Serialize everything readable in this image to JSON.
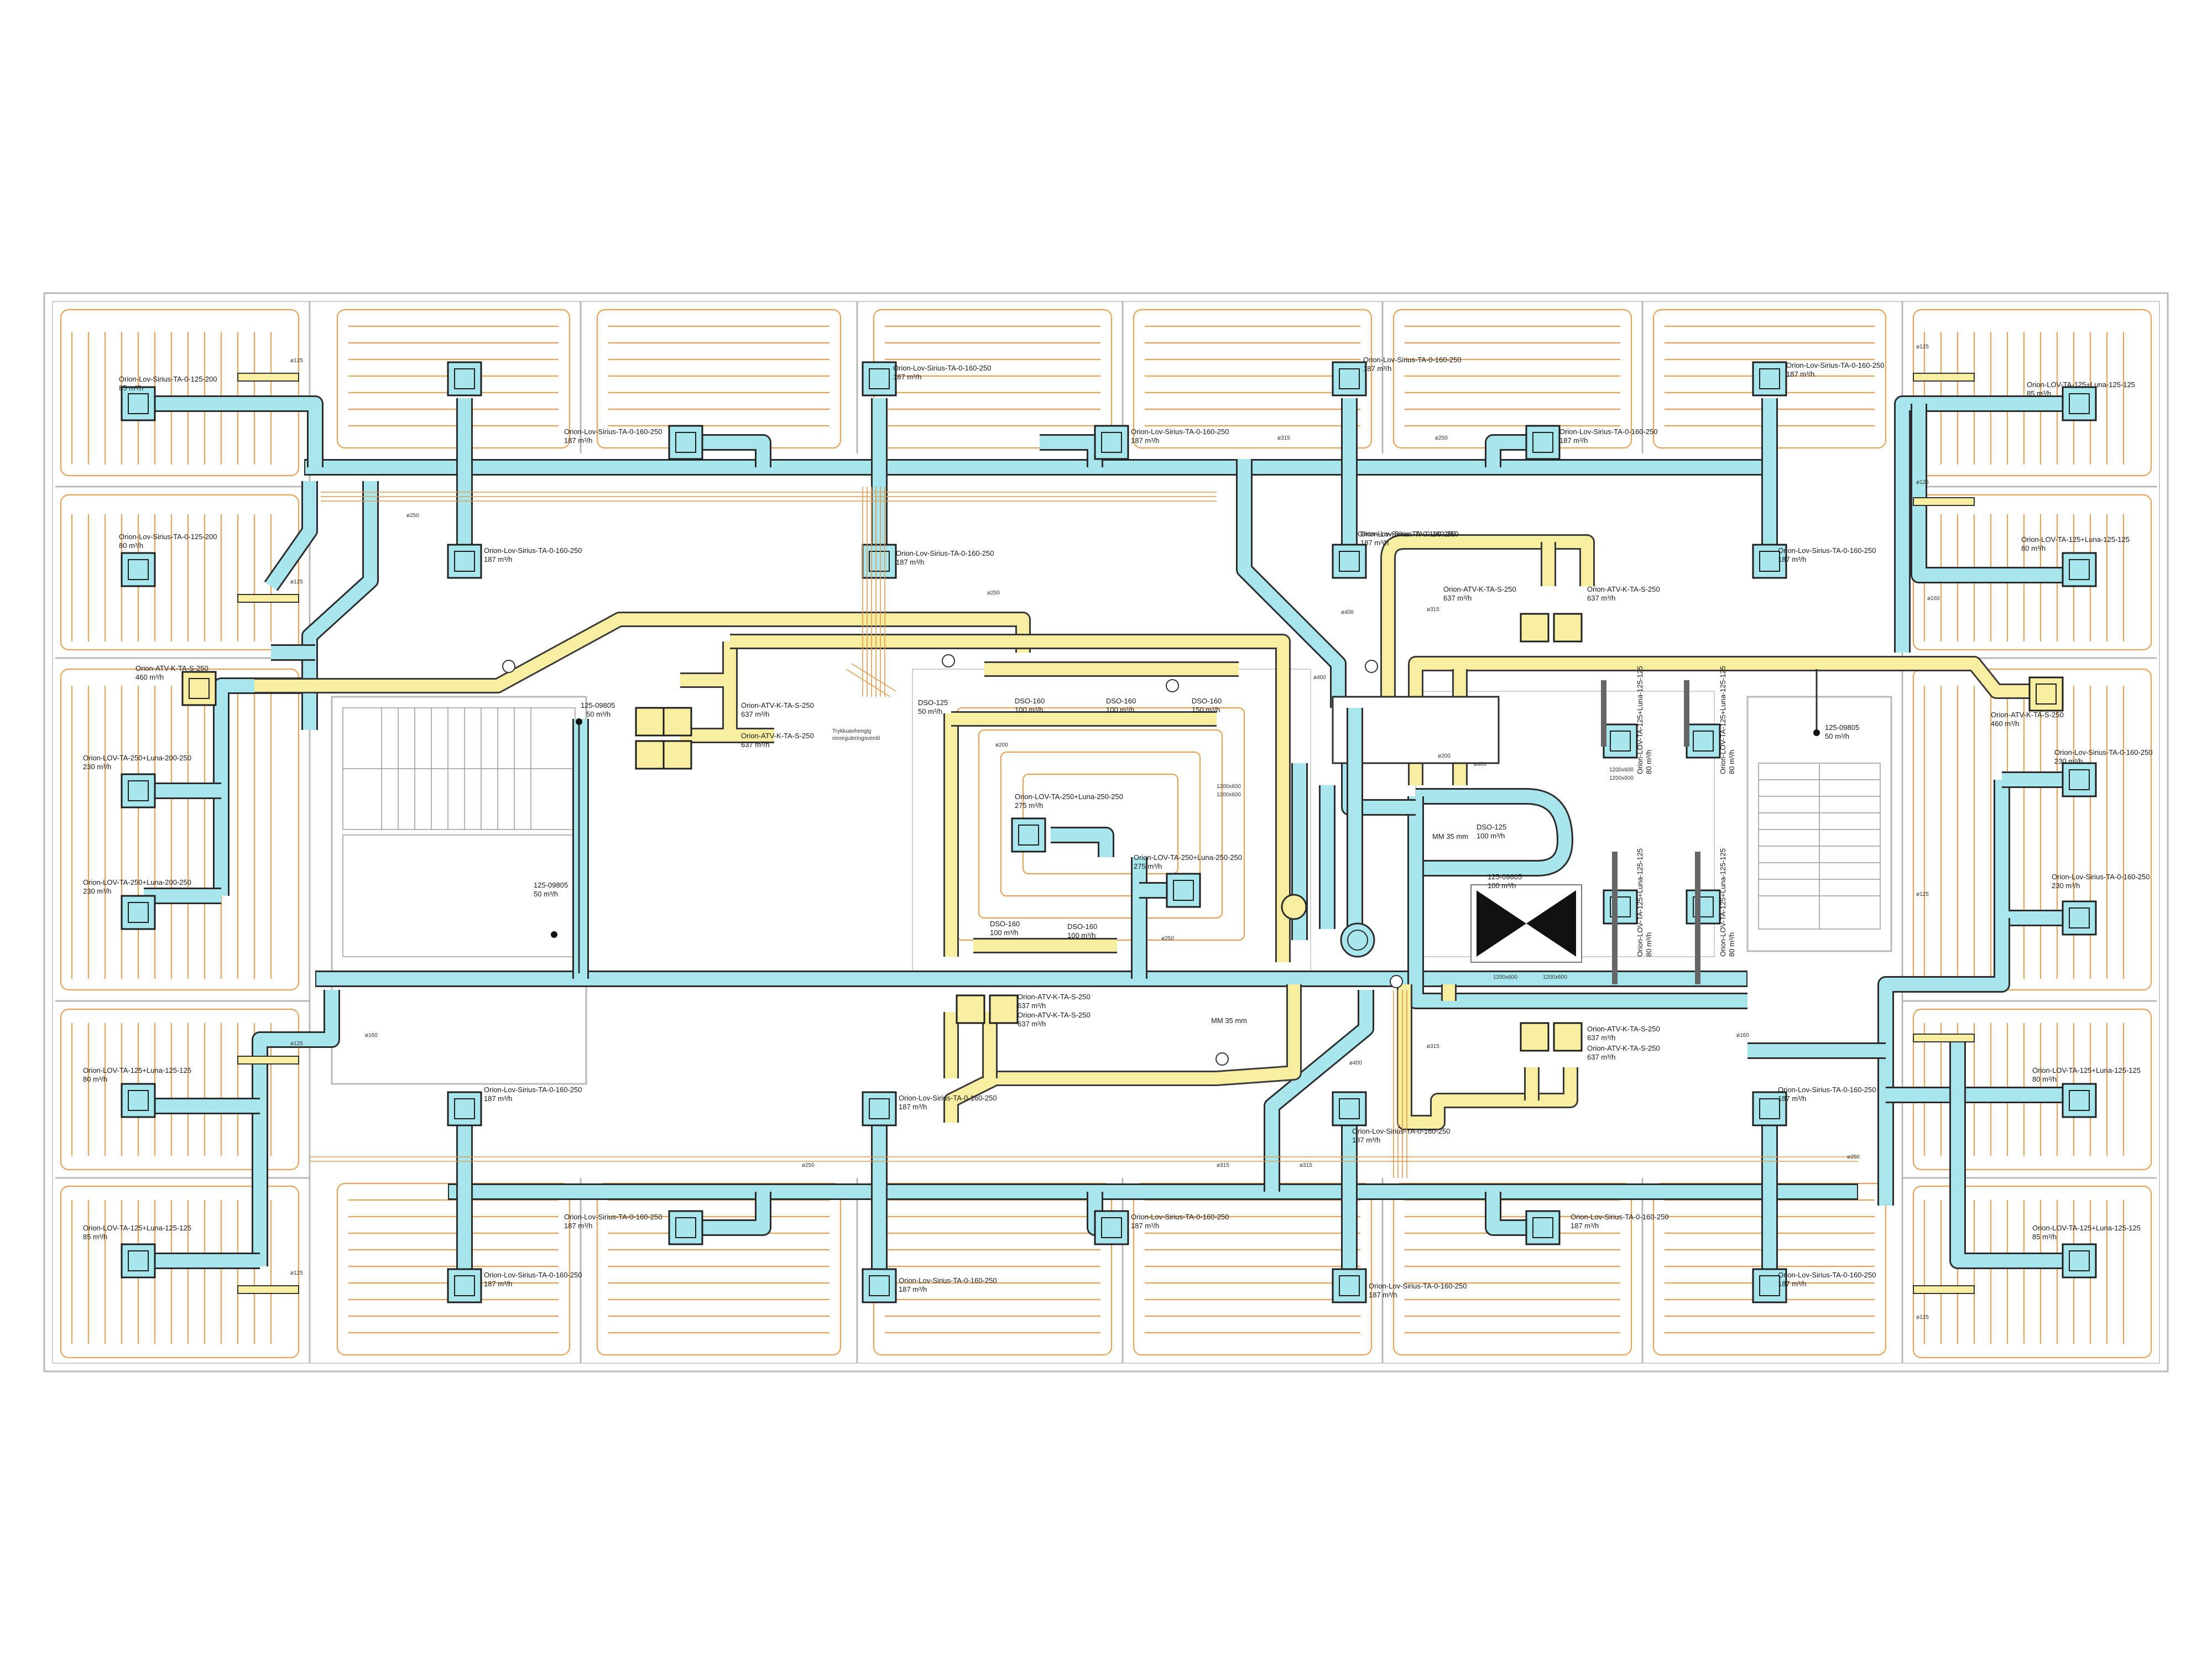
{
  "labels": {
    "sirius_160_250": "Orion-Lov-Sirius-TA-0-160-250",
    "sirius_125_200": "Orion-Lov-Sirius-TA-0-125-200",
    "atv_k_ta_s_250": "Orion-ATV-K-TA-S-250",
    "lov_250_luna_200": "Orion-LOV-TA-250+Luna-200-250",
    "lov_125_luna_125": "Orion-LOV-TA-125+Luna-125-125",
    "lov_250_luna_250": "Orion-LOV-TA-250+Luna-250-250",
    "dso_160": "DSO-160",
    "dso_125": "DSO-125",
    "valve_09805": "125-09805",
    "trykk": "Trykkuavhengig",
    "innregulering": "innreguleringsventil",
    "mm35": "MM 35 mm"
  },
  "flows": {
    "f187": "187 m³/h",
    "f85": "85 m³/h",
    "f80": "80 m³/h",
    "f460": "460 m³/h",
    "f230": "230 m³/h",
    "f637": "637 m³/h",
    "f50": "50 m³/h",
    "f275": "275 m³/h",
    "f100": "100 m³/h",
    "f150": "150 m³/h"
  },
  "dims": {
    "d125": "ø125",
    "d160": "ø160",
    "d200": "ø200",
    "d250": "ø250",
    "d315": "ø315",
    "d400": "ø400",
    "r1200x600": "1200x600"
  },
  "colors": {
    "supply_duct": "#a8e6ee",
    "exhaust_duct": "#f7eea0",
    "floor_heating": "#e8a35a",
    "walls": "#b8b8b8"
  }
}
